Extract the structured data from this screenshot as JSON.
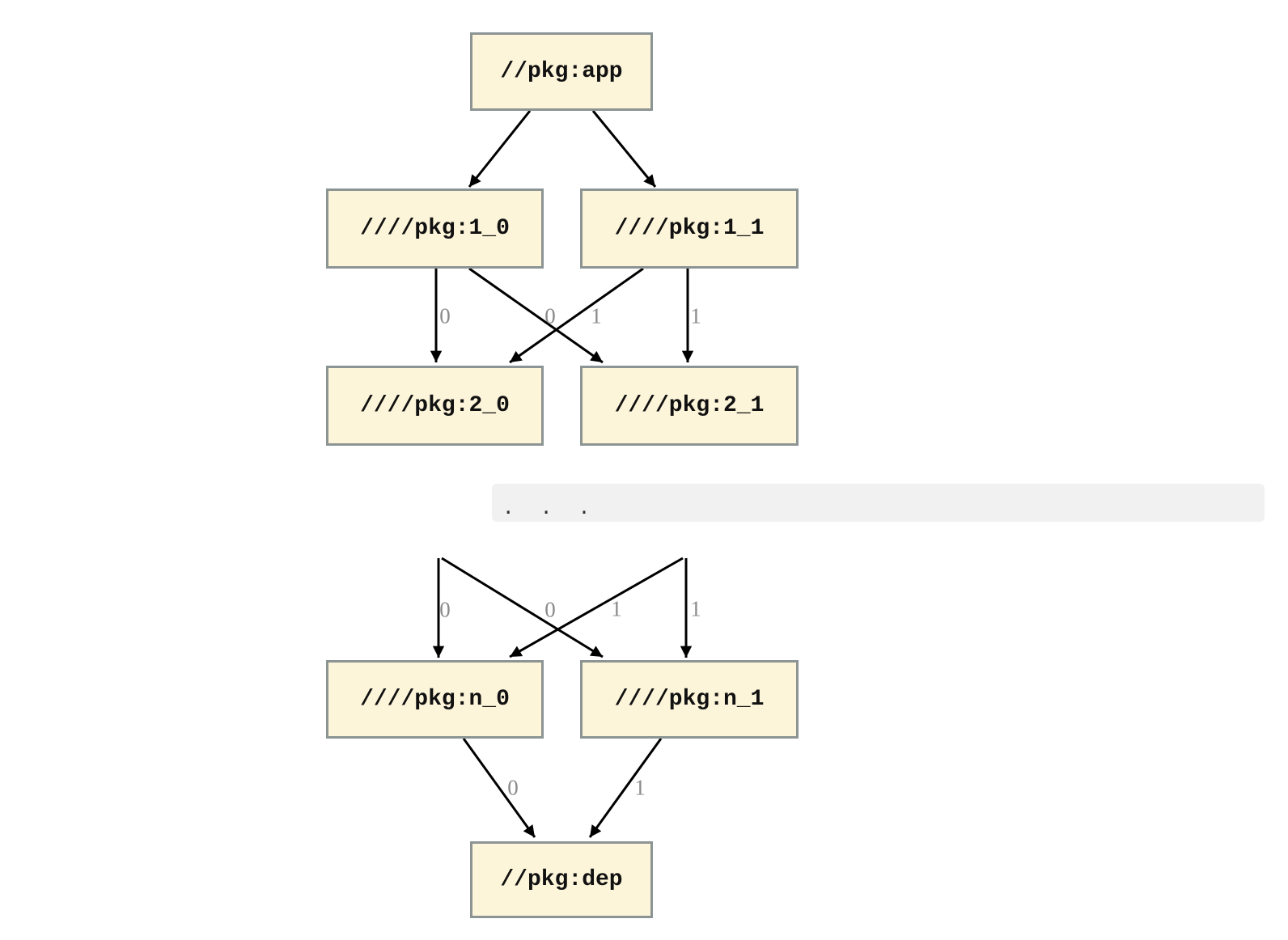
{
  "diagram": {
    "ellipsis_label": ". . .",
    "colors": {
      "node_fill": "#fdf5da",
      "node_border": "#8d9494",
      "edge": "#000000",
      "edge_label": "#8a8a8a",
      "ellipsis_band_fill": "#f1f1f1",
      "background": "#ffffff"
    },
    "nodes": [
      {
        "id": "app",
        "label": "//pkg:app"
      },
      {
        "id": "1_0",
        "label": "////pkg:1_0"
      },
      {
        "id": "1_1",
        "label": "////pkg:1_1"
      },
      {
        "id": "2_0",
        "label": "////pkg:2_0"
      },
      {
        "id": "2_1",
        "label": "////pkg:2_1"
      },
      {
        "id": "n_0",
        "label": "////pkg:n_0"
      },
      {
        "id": "n_1",
        "label": "////pkg:n_1"
      },
      {
        "id": "dep",
        "label": "//pkg:dep"
      }
    ],
    "edges": [
      {
        "from": "app",
        "to": "1_0",
        "label": ""
      },
      {
        "from": "app",
        "to": "1_1",
        "label": ""
      },
      {
        "from": "1_0",
        "to": "2_0",
        "label": "0"
      },
      {
        "from": "1_0",
        "to": "2_1",
        "label": "1"
      },
      {
        "from": "1_1",
        "to": "2_0",
        "label": "0"
      },
      {
        "from": "1_1",
        "to": "2_1",
        "label": "1"
      },
      {
        "from": "…",
        "to": "n_0",
        "label": "0"
      },
      {
        "from": "…",
        "to": "n_1",
        "label": "1"
      },
      {
        "from": "…",
        "to": "n_0",
        "label": "0"
      },
      {
        "from": "…",
        "to": "n_1",
        "label": "1"
      },
      {
        "from": "n_0",
        "to": "dep",
        "label": "0"
      },
      {
        "from": "n_1",
        "to": "dep",
        "label": "1"
      }
    ]
  }
}
